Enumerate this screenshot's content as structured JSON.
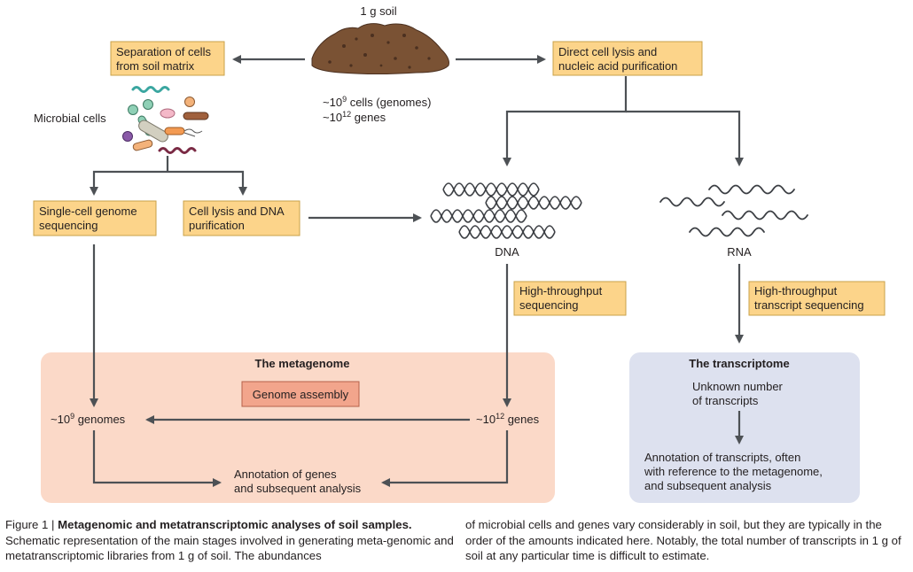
{
  "soil": {
    "label": "1 g soil",
    "cells_prefix": "~10",
    "cells_exp": "9",
    "cells_suffix": " cells (genomes)",
    "genes_prefix": "~10",
    "genes_exp": "12",
    "genes_suffix": " genes"
  },
  "boxes": {
    "separation": [
      "Separation of cells",
      "from soil matrix"
    ],
    "direct_lysis": [
      "Direct cell lysis and",
      "nucleic acid purification"
    ],
    "single_cell": [
      "Single-cell genome",
      "sequencing"
    ],
    "cell_lysis": [
      "Cell lysis and DNA",
      "purification"
    ],
    "hts_dna": [
      "High-throughput",
      "sequencing"
    ],
    "hts_rna": [
      "High-throughput",
      "transcript sequencing"
    ],
    "genome_assembly": "Genome assembly"
  },
  "labels": {
    "microbial_cells": "Microbial cells",
    "dna": "DNA",
    "rna": "RNA"
  },
  "metagenome": {
    "title": "The metagenome",
    "genomes_prefix": "~10",
    "genomes_exp": "9",
    "genomes_suffix": " genomes",
    "genes_prefix": "~10",
    "genes_exp": "12",
    "genes_suffix": " genes",
    "annotation": [
      "Annotation of genes",
      "and subsequent analysis"
    ]
  },
  "transcriptome": {
    "title": "The transcriptome",
    "unknown": [
      "Unknown number",
      "of transcripts"
    ],
    "annotation": [
      "Annotation of transcripts, often",
      "with reference to the metagenome,",
      "and subsequent analysis"
    ]
  },
  "caption": {
    "label": "Figure 1 | ",
    "title": "Metagenomic and metatranscriptomic analyses of soil samples.",
    "left_body": " Schematic representation of the main stages involved in generating meta-genomic and metatranscriptomic libraries from 1 g of soil. The abundances",
    "right_body": "of microbial cells and genes vary considerably in soil, but they are typically in the order of the amounts indicated here. Notably, the total number of transcripts in 1 g of soil at any particular time is difficult to estimate."
  },
  "colors": {
    "box_fill": "#fcd48a",
    "box_stroke": "#c9a24a",
    "metagenome_panel": "#fbd9c8",
    "transcriptome_panel": "#dde1ef",
    "assembly_fill": "#f2a58c",
    "arrow": "#4d5155",
    "soil": "#7a5234"
  }
}
